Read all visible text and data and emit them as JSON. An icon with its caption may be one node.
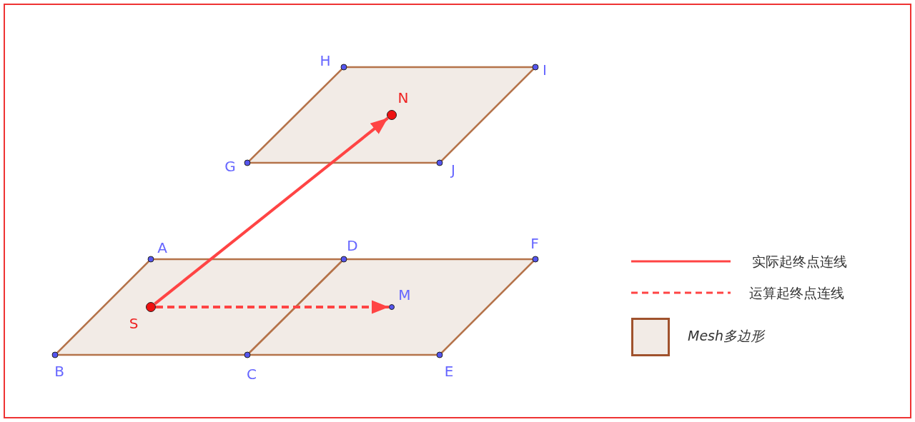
{
  "diagram": {
    "nodes": [
      {
        "text": [],
        "shape": "circle",
        "beside": [
          "S"
        ]
      },
      {
        "text": [],
        "shape": "circle",
        "beside": [
          "N"
        ]
      },
      {
        "text": [],
        "shape": "circle",
        "beside": [
          "M"
        ]
      }
    ],
    "edges": [
      {
        "from": 0,
        "to": 1,
        "arrow": "to"
      },
      {
        "from": 0,
        "to": 2,
        "arrow": "to",
        "style": "dashed"
      }
    ],
    "labels": [
      "H",
      "I",
      "G",
      "J",
      "A",
      "D",
      "F",
      "B",
      "C",
      "E"
    ],
    "legend": [
      {
        "text": "实际起终点连线"
      },
      {
        "text": "运算起终点连线"
      },
      {
        "text": "Mesh多边形",
        "color": "#f2ebe6"
      }
    ]
  }
}
